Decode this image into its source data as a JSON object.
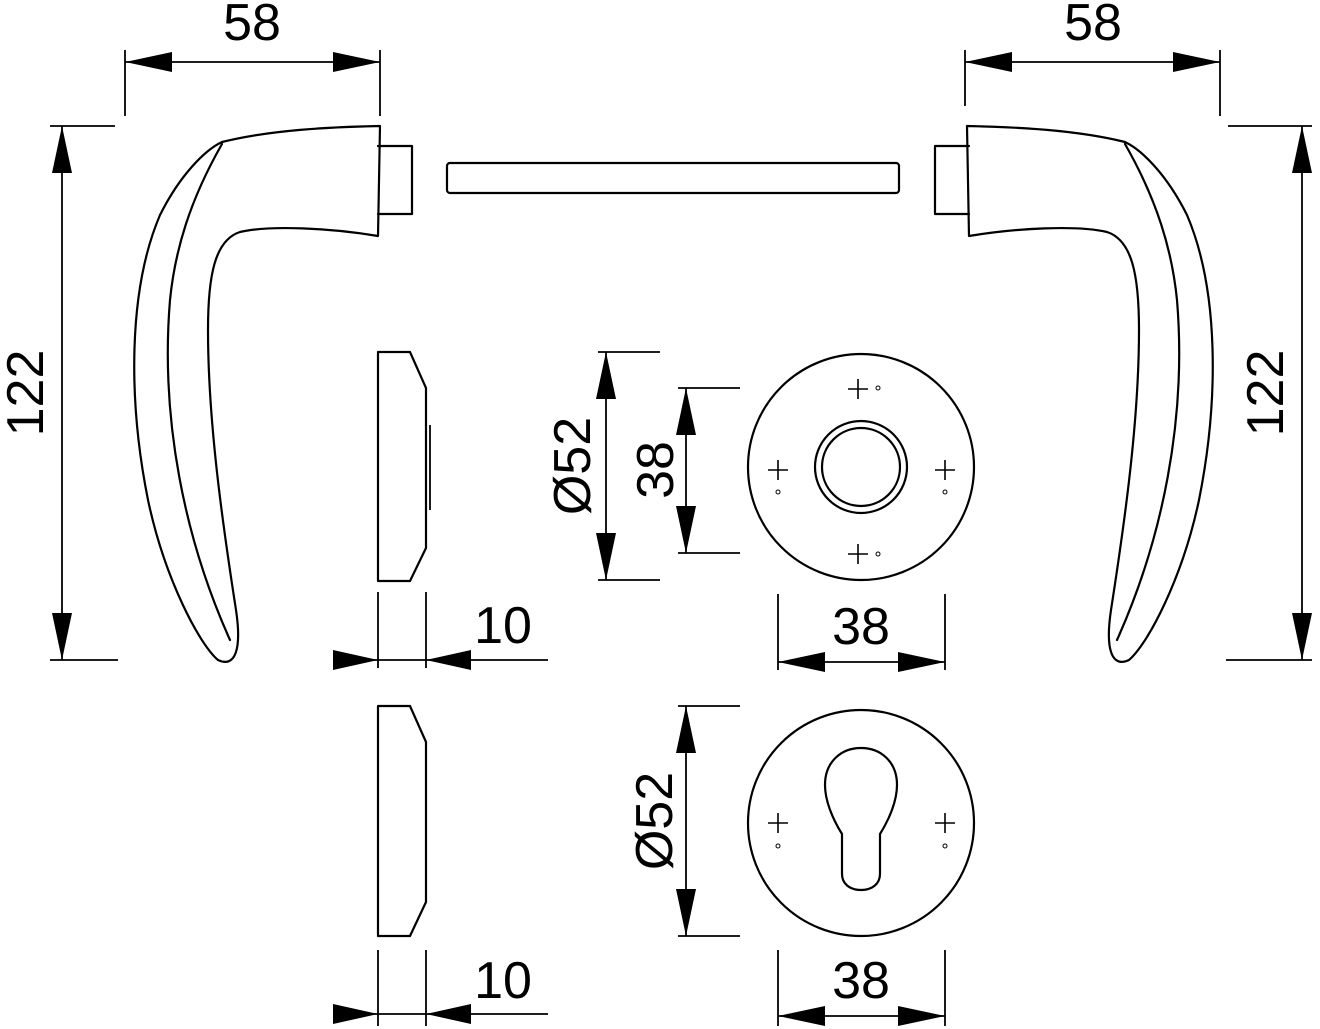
{
  "dimensions": {
    "handle_left_width": "58",
    "handle_right_width": "58",
    "handle_left_height": "122",
    "handle_right_height": "122",
    "rose_diameter": "Ø52",
    "rose_inner": "38",
    "rose_width": "38",
    "rose_thickness": "10",
    "escutcheon_diameter": "Ø52",
    "escutcheon_width": "38",
    "escutcheon_thickness": "10"
  }
}
